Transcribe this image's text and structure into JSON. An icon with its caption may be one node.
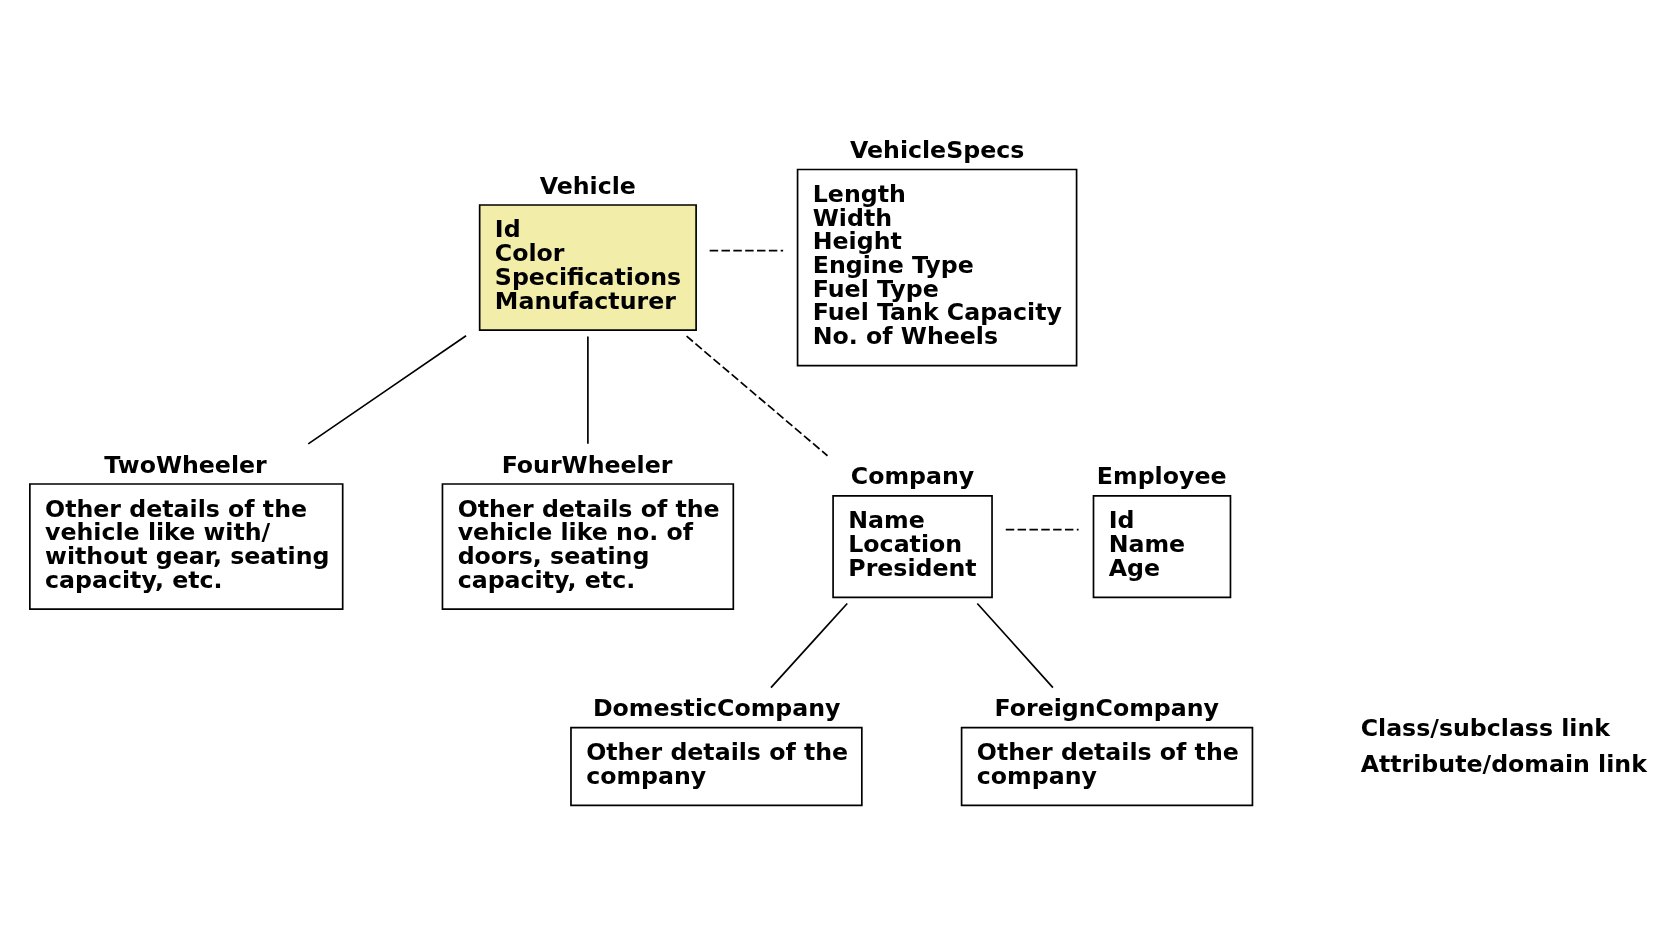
{
  "diagram": {
    "nodes": [
      {
        "text": [
          "Vehicle",
          "Id",
          "Color",
          "Specifications",
          "Manufacturer"
        ]
      },
      {
        "text": [
          "VehicleSpecs",
          "Length",
          "Width",
          "Height",
          "Engine Type",
          "Fuel Type",
          "Fuel Tank Capacity",
          "No. of Wheels"
        ]
      },
      {
        "text": [
          "TwoWheeler",
          "Other details of the vehicle like with/ without gear, seating capacity, etc."
        ]
      },
      {
        "text": [
          "FourWheeler",
          "Other details of the vehicle like no. of doors, seating capacity, etc."
        ]
      },
      {
        "text": [
          "Company",
          "Name",
          "Location",
          "President"
        ]
      },
      {
        "text": [
          "Employee",
          "Id",
          "Name",
          "Age"
        ]
      },
      {
        "text": [
          "DomesticCompany",
          "Other details of the company"
        ]
      },
      {
        "text": [
          "ForeignCompany",
          "Other details of the company"
        ]
      }
    ],
    "edges": [
      {
        "from": 0,
        "to": 1,
        "arrow": "none",
        "style": "dashed"
      },
      {
        "from": 0,
        "to": 2,
        "arrow": "none"
      },
      {
        "from": 0,
        "to": 3,
        "arrow": "none"
      },
      {
        "from": 0,
        "to": 4,
        "arrow": "none",
        "style": "dashed"
      },
      {
        "from": 4,
        "to": 5,
        "arrow": "none",
        "style": "dashed"
      },
      {
        "from": 4,
        "to": 6,
        "arrow": "none"
      },
      {
        "from": 4,
        "to": 7,
        "arrow": "none"
      }
    ],
    "legend": [
      {
        "text": "Class/subclass link"
      },
      {
        "text": "Attribute/domain link"
      }
    ]
  }
}
